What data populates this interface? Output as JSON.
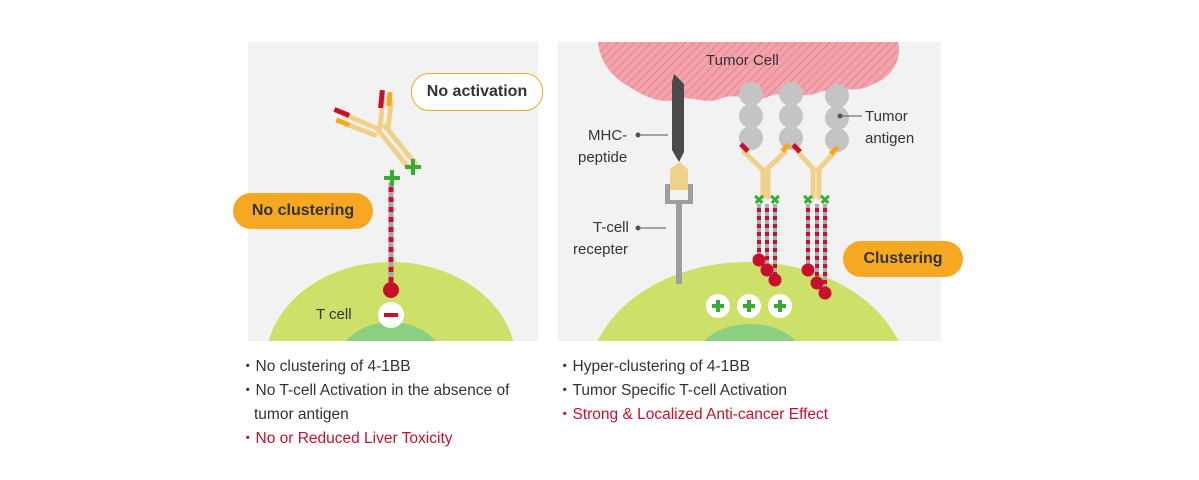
{
  "left": {
    "pill_no_activation": "No activation",
    "pill_no_clustering": "No clustering",
    "tcell_label": "T cell",
    "bullets": [
      {
        "text": "・No clustering of 4-1BB",
        "highlight": false
      },
      {
        "text": "・No T-cell Activation in the absence of tumor antigen",
        "highlight": false
      },
      {
        "text": "・No or Reduced Liver Toxicity",
        "highlight": true
      }
    ]
  },
  "right": {
    "tumor_cell_label": "Tumor Cell",
    "tumor_antigen_label_1": "Tumor",
    "tumor_antigen_label_2": "antigen",
    "mhc_label_1": "MHC-",
    "mhc_label_2": "peptide",
    "tcr_label_1": "T-cell",
    "tcr_label_2": "recepter",
    "pill_clustering": "Clustering",
    "bullets": [
      {
        "text": "・Hyper-clustering of 4-1BB",
        "highlight": false
      },
      {
        "text": "・Tumor Specific T-cell Activation",
        "highlight": false
      },
      {
        "text": "・Strong & Localized Anti-cancer Effect",
        "highlight": true
      }
    ]
  },
  "colors": {
    "panel_bg": "#f2f2f2",
    "cell_light_green": "#cde06a",
    "cell_dark_green": "#8ccf82",
    "orange": "#f7a823",
    "antibody_tan": "#f0d18a",
    "red": "#c8102e",
    "plus_green": "#3aaa35",
    "tumor_pink": "#f2a3ab",
    "antigen_gray": "#c4c4c4",
    "mhc_dark": "#4a4a4a"
  }
}
